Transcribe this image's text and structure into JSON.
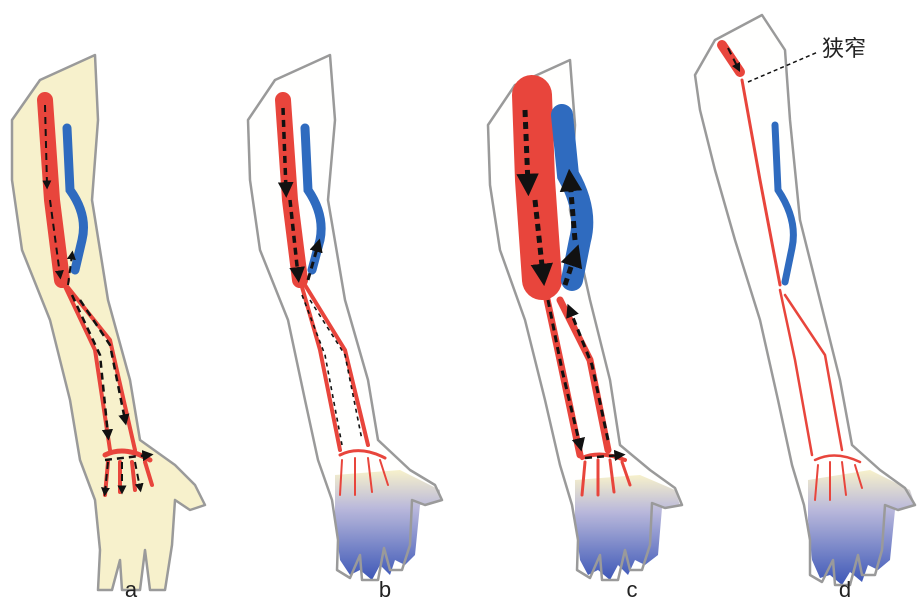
{
  "panels": [
    {
      "label": "a"
    },
    {
      "label": "b"
    },
    {
      "label": "c"
    },
    {
      "label": "d"
    }
  ],
  "annotation": {
    "text": "狭窄"
  },
  "colors": {
    "skin": "#f7f1cc",
    "artery": "#e8453c",
    "vein": "#2f6bbf",
    "ischemic_hand": "#3b56b8",
    "flow_arrow": "#111111"
  }
}
